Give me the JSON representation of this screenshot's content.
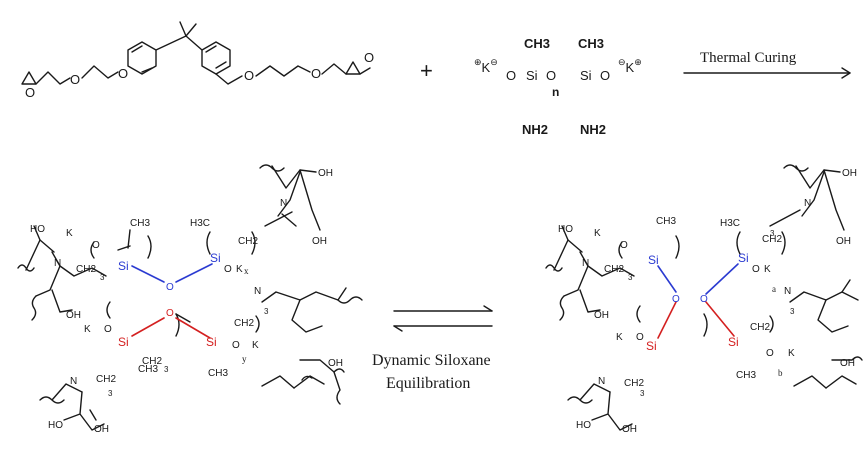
{
  "reagents": {
    "plus": "+",
    "epoxy": {
      "oxirane": "O",
      "ether": "O"
    },
    "siloxane": {
      "ch3": "CH3",
      "si": "Si",
      "o": "O",
      "k": "K",
      "n": "n",
      "nh2": "NH2"
    }
  },
  "reaction": {
    "thermal_curing": "Thermal Curing",
    "equilibration_line1": "Dynamic Siloxane",
    "equilibration_line2": "Equilibration"
  },
  "network_left": {
    "oh": "OH",
    "ho": "HO",
    "n": "N",
    "si": "Si",
    "o": "O",
    "ch3": "CH3",
    "h3c": "H3C",
    "ch2": "CH2",
    "k": "K",
    "sub3": "3",
    "x": "x",
    "y": "y"
  },
  "network_right": {
    "a": "a",
    "b": "b"
  },
  "colors": {
    "ink": "#1a1a1a",
    "blue_bond": "#2b3bd1",
    "red_bond": "#d42020"
  }
}
